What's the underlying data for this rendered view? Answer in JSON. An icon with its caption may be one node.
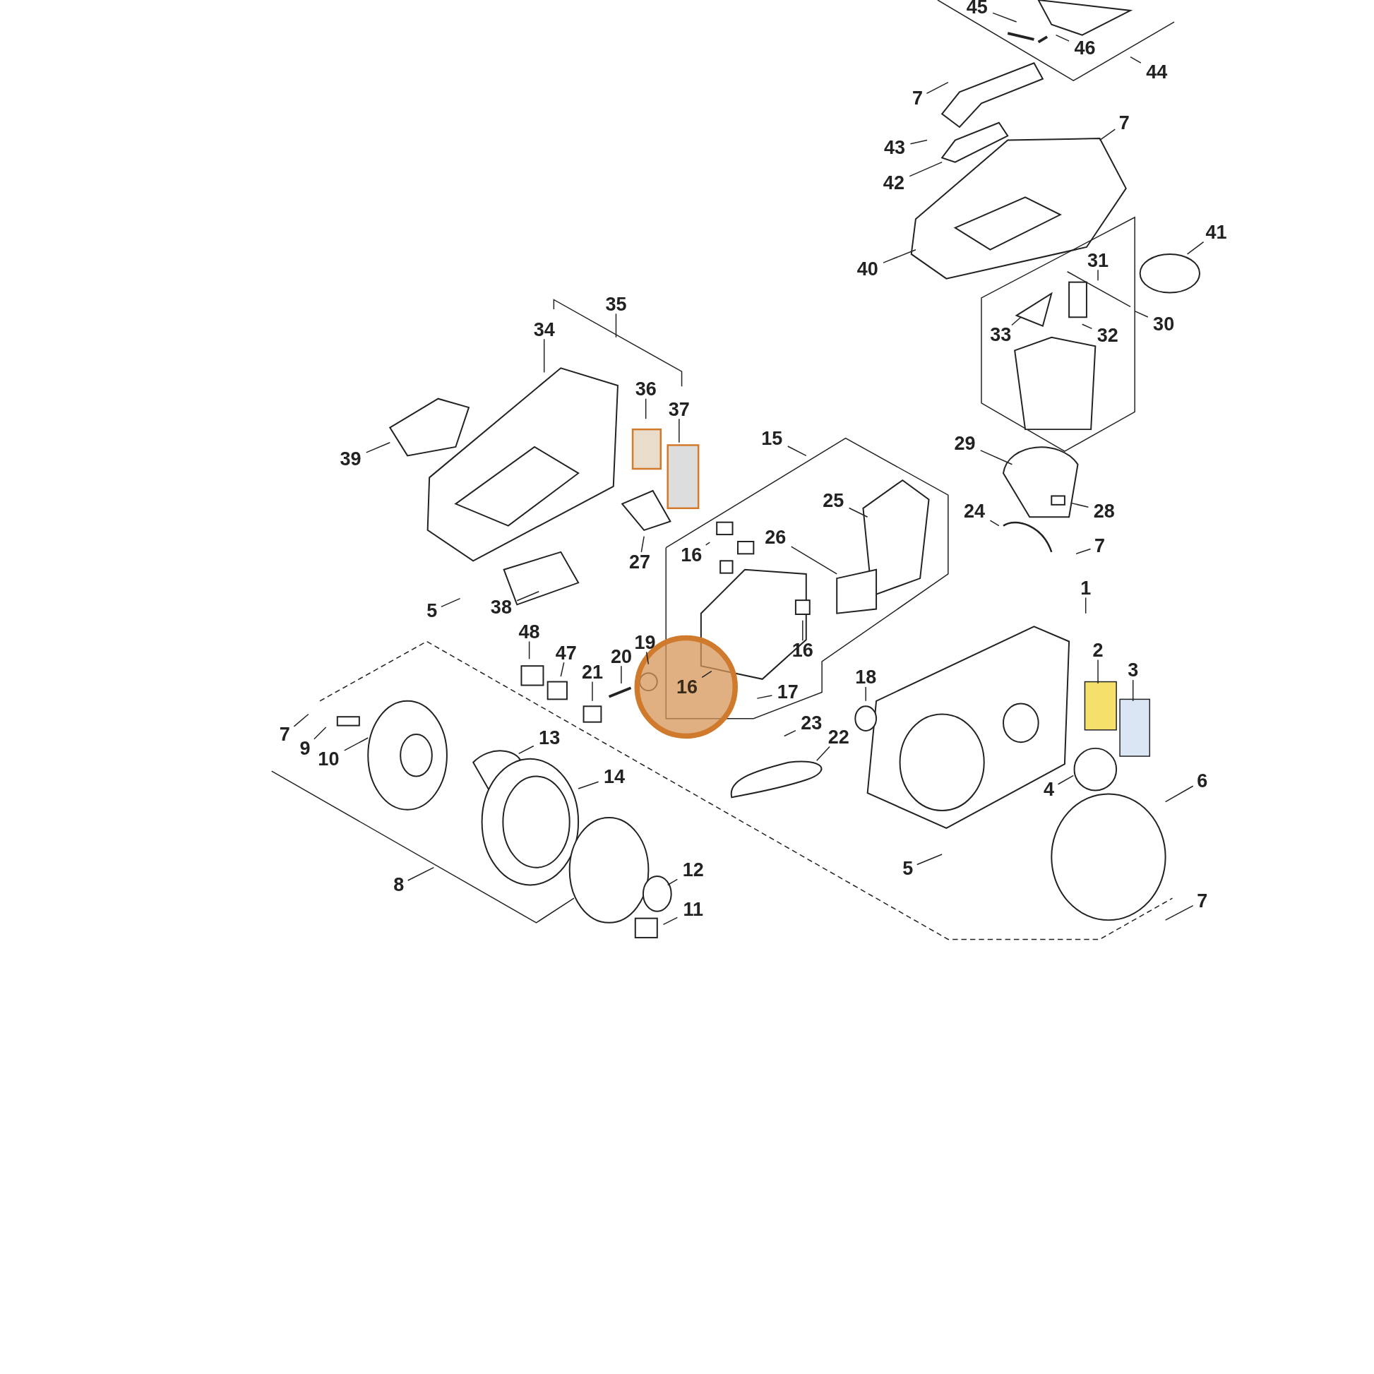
{
  "diagram": {
    "nodes": [
      {
        "text": [
          "45"
        ]
      },
      {
        "text": [
          "46"
        ]
      },
      {
        "text": [
          "44"
        ]
      },
      {
        "text": [
          "7"
        ]
      },
      {
        "text": [
          "7"
        ]
      },
      {
        "text": [
          "43"
        ]
      },
      {
        "text": [
          "42"
        ]
      },
      {
        "text": [
          "40"
        ]
      },
      {
        "text": [
          "41"
        ]
      },
      {
        "text": [
          "31"
        ]
      },
      {
        "text": [
          "33"
        ]
      },
      {
        "text": [
          "32"
        ]
      },
      {
        "text": [
          "30"
        ]
      },
      {
        "text": [
          "35"
        ]
      },
      {
        "text": [
          "34"
        ]
      },
      {
        "text": [
          "36"
        ]
      },
      {
        "text": [
          "37"
        ]
      },
      {
        "text": [
          "39"
        ]
      },
      {
        "text": [
          "29"
        ]
      },
      {
        "text": [
          "15"
        ]
      },
      {
        "text": [
          "25"
        ]
      },
      {
        "text": [
          "24"
        ]
      },
      {
        "text": [
          "28"
        ]
      },
      {
        "text": [
          "7"
        ]
      },
      {
        "text": [
          "27"
        ]
      },
      {
        "text": [
          "16"
        ]
      },
      {
        "text": [
          "26"
        ]
      },
      {
        "text": [
          "1"
        ]
      },
      {
        "text": [
          "5"
        ]
      },
      {
        "text": [
          "38"
        ]
      },
      {
        "text": [
          "48"
        ]
      },
      {
        "text": [
          "19"
        ]
      },
      {
        "text": [
          "16"
        ]
      },
      {
        "text": [
          "2"
        ]
      },
      {
        "text": [
          "47"
        ]
      },
      {
        "text": [
          "20"
        ]
      },
      {
        "text": [
          "21"
        ]
      },
      {
        "text": [
          "16"
        ]
      },
      {
        "text": [
          "17"
        ]
      },
      {
        "text": [
          "18"
        ]
      },
      {
        "text": [
          "3"
        ]
      },
      {
        "text": [
          "7"
        ]
      },
      {
        "text": [
          "9"
        ]
      },
      {
        "text": [
          "10"
        ]
      },
      {
        "text": [
          "13"
        ]
      },
      {
        "text": [
          "23"
        ]
      },
      {
        "text": [
          "22"
        ]
      },
      {
        "text": [
          "14"
        ]
      },
      {
        "text": [
          "6"
        ]
      },
      {
        "text": [
          "4"
        ]
      },
      {
        "text": [
          "12"
        ]
      },
      {
        "text": [
          "5"
        ]
      },
      {
        "text": [
          "8"
        ]
      },
      {
        "text": [
          "7"
        ]
      },
      {
        "text": [
          "11"
        ]
      }
    ],
    "edges": [
      {
        "from": 0,
        "to": null,
        "arrow": "none"
      },
      {
        "from": 1,
        "to": null,
        "arrow": "none"
      },
      {
        "from": 2,
        "to": null,
        "arrow": "none"
      },
      {
        "from": 3,
        "to": null,
        "arrow": "none"
      },
      {
        "from": 4,
        "to": null,
        "arrow": "none"
      },
      {
        "from": 5,
        "to": null,
        "arrow": "none"
      },
      {
        "from": 6,
        "to": null,
        "arrow": "none"
      },
      {
        "from": 7,
        "to": null,
        "arrow": "none"
      },
      {
        "from": 8,
        "to": null,
        "arrow": "none"
      },
      {
        "from": 9,
        "to": null,
        "arrow": "none"
      },
      {
        "from": 10,
        "to": null,
        "arrow": "none"
      },
      {
        "from": 11,
        "to": null,
        "arrow": "none"
      },
      {
        "from": 12,
        "to": null,
        "arrow": "none"
      },
      {
        "from": 13,
        "to": null,
        "arrow": "none"
      },
      {
        "from": 14,
        "to": null,
        "arrow": "none"
      },
      {
        "from": 15,
        "to": null,
        "arrow": "none"
      },
      {
        "from": 16,
        "to": null,
        "arrow": "none"
      },
      {
        "from": 17,
        "to": null,
        "arrow": "none"
      },
      {
        "from": 18,
        "to": null,
        "arrow": "none"
      },
      {
        "from": 19,
        "to": null,
        "arrow": "none"
      },
      {
        "from": 20,
        "to": null,
        "arrow": "none"
      },
      {
        "from": 21,
        "to": null,
        "arrow": "none"
      },
      {
        "from": 22,
        "to": null,
        "arrow": "none"
      },
      {
        "from": 23,
        "to": null,
        "arrow": "none"
      },
      {
        "from": 24,
        "to": null,
        "arrow": "none"
      },
      {
        "from": 25,
        "to": null,
        "arrow": "none"
      },
      {
        "from": 26,
        "to": null,
        "arrow": "none"
      },
      {
        "from": 27,
        "to": null,
        "arrow": "none"
      },
      {
        "from": 28,
        "to": null,
        "arrow": "none"
      },
      {
        "from": 29,
        "to": null,
        "arrow": "none"
      },
      {
        "from": 30,
        "to": null,
        "arrow": "none"
      },
      {
        "from": 31,
        "to": null,
        "arrow": "none"
      },
      {
        "from": 32,
        "to": null,
        "arrow": "none"
      },
      {
        "from": 33,
        "to": null,
        "arrow": "none"
      },
      {
        "from": 34,
        "to": null,
        "arrow": "none"
      },
      {
        "from": 35,
        "to": null,
        "arrow": "none"
      },
      {
        "from": 36,
        "to": null,
        "arrow": "none"
      },
      {
        "from": 37,
        "to": null,
        "arrow": "none"
      },
      {
        "from": 38,
        "to": null,
        "arrow": "none"
      },
      {
        "from": 39,
        "to": null,
        "arrow": "none"
      },
      {
        "from": 40,
        "to": null,
        "arrow": "none"
      },
      {
        "from": 41,
        "to": null,
        "arrow": "none"
      },
      {
        "from": 42,
        "to": null,
        "arrow": "none"
      },
      {
        "from": 43,
        "to": null,
        "arrow": "none"
      },
      {
        "from": 44,
        "to": null,
        "arrow": "none"
      },
      {
        "from": 45,
        "to": null,
        "arrow": "none"
      },
      {
        "from": 46,
        "to": null,
        "arrow": "none"
      },
      {
        "from": 47,
        "to": null,
        "arrow": "none"
      },
      {
        "from": 48,
        "to": null,
        "arrow": "none"
      },
      {
        "from": 49,
        "to": null,
        "arrow": "none"
      },
      {
        "from": 50,
        "to": null,
        "arrow": "none"
      },
      {
        "from": 51,
        "to": null,
        "arrow": "none"
      },
      {
        "from": 52,
        "to": null,
        "arrow": "none"
      },
      {
        "from": 53,
        "to": null,
        "arrow": "none"
      },
      {
        "from": 54,
        "to": null,
        "arrow": "none"
      }
    ]
  }
}
